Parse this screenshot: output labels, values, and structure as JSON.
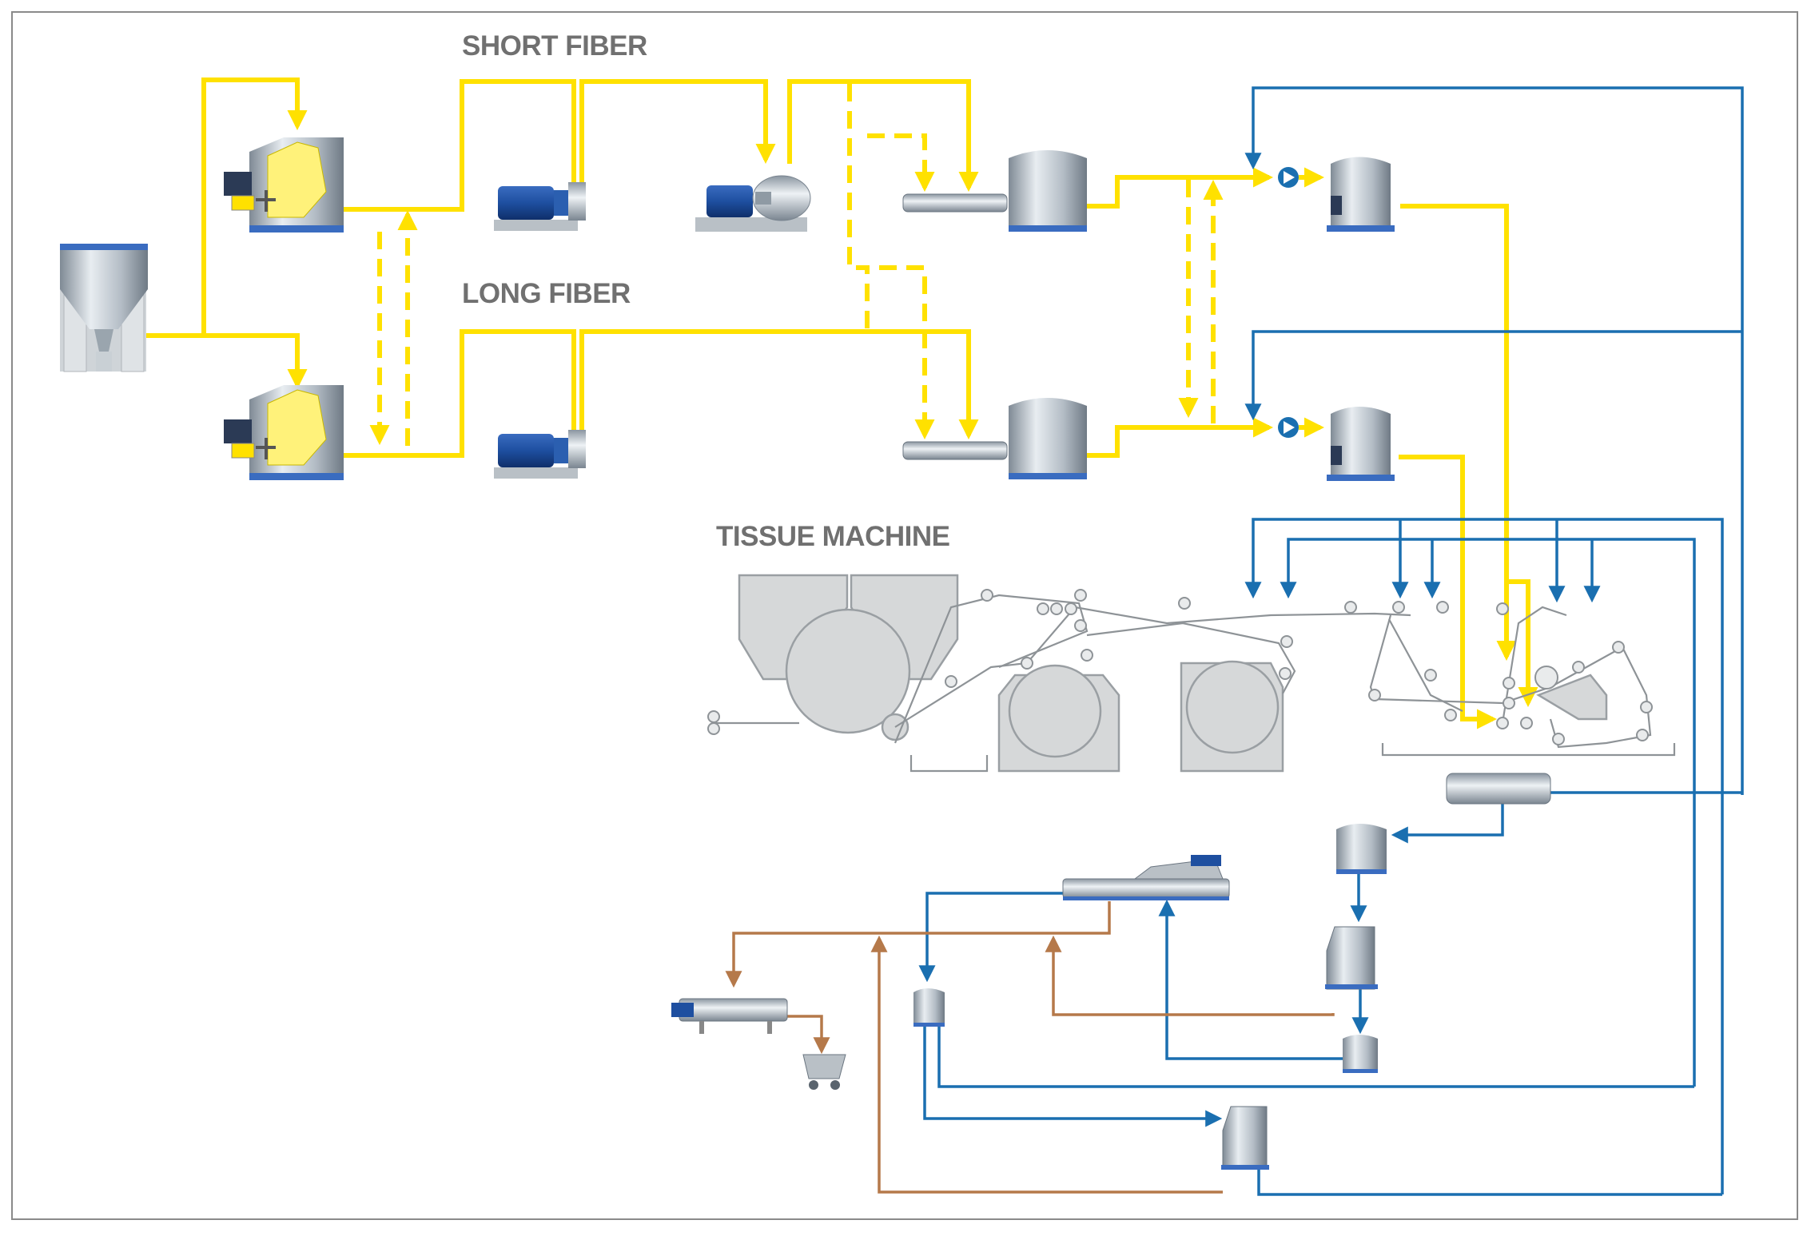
{
  "labels": {
    "short_fiber": "SHORT FIBER",
    "long_fiber": "LONG FIBER",
    "tissue_machine": "TISSUE MACHINE"
  },
  "colors": {
    "fiber_line": "#ffe100",
    "water_line": "#1a6fb0",
    "reject_line": "#b5794a",
    "equipment_steel": "#a9b4bf",
    "machine_gray": "#d6d8d9",
    "motor_blue": "#1e4fa0"
  },
  "icons": [
    "hopper",
    "pulper",
    "pump",
    "refiner",
    "mixing-pipe",
    "chest-tank",
    "screen-pump",
    "headbox-screen",
    "disc-filter",
    "screw-press",
    "sludge-cart",
    "save-all-filter",
    "tissue-machine"
  ]
}
